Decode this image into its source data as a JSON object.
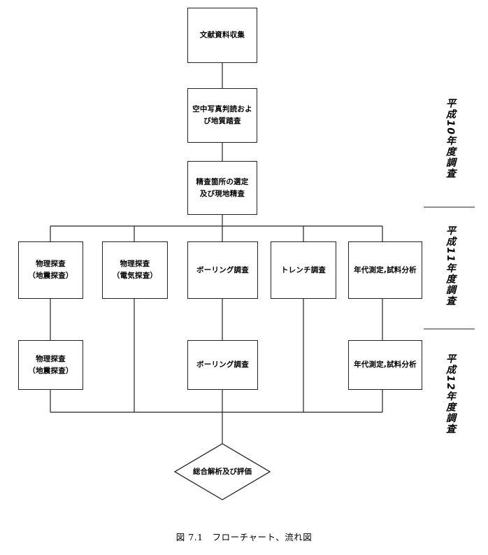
{
  "nodes": {
    "literature": "文献資料収集",
    "aerial": "空中写真判読およ\nび地質踏査",
    "site_select": "精査箇所の選定\n及び現地精査",
    "seismic_1": "物理探査\n（地震探査）",
    "electric": "物理探査\n（電気探査）",
    "boring_1": "ボーリング調査",
    "trench": "トレンチ調査",
    "dating_1": "年代測定,試料分析",
    "seismic_2": "物理探査\n（地震探査）",
    "boring_2": "ボーリング調査",
    "dating_2": "年代測定,試料分析",
    "evaluation": "総合解析及び評価"
  },
  "phases": {
    "h10": "平成10年度調査",
    "h11": "平成11年度調査",
    "h12": "平成12年度調査"
  },
  "caption": "図 7.1　フローチャート、流れ図"
}
